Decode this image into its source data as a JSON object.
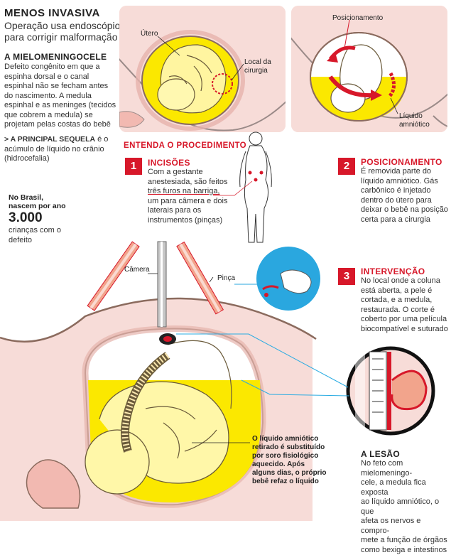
{
  "header": {
    "title": "MENOS INVASIVA",
    "subtitle_line1": "Operação usa endoscópio",
    "subtitle_line2": "para corrigir malformação"
  },
  "mielo": {
    "heading": "A MIELOMENINGOCELE",
    "lines": [
      "Defeito congênito em que a",
      "espinha dorsal e o canal",
      "espinhal não se fecham antes",
      "do nascimento. A medula",
      "espinhal e as meninges (tecidos",
      "que cobrem a medula) se",
      "projetam pelas costas do bebê"
    ]
  },
  "sequela": {
    "prefix": "> A PRINCIPAL SEQUELA",
    "line1_rest": " é o",
    "line2": "acúmulo de líquido no crânio",
    "line3": "(hidrocefalia)"
  },
  "stat": {
    "line1": "No Brasil,",
    "line2": "nascem por ano",
    "number": "3.000",
    "line3": "crianças com o",
    "line4": "defeito"
  },
  "panel1": {
    "label_uterus": "Útero",
    "label_site_1": "Local da",
    "label_site_2": "cirurgia"
  },
  "panel2": {
    "label_pos": "Posicionamento",
    "label_fluid_1": "Líquido",
    "label_fluid_2": "amniótico"
  },
  "procedure_heading": "ENTENDA O PROCEDIMENTO",
  "steps": [
    {
      "num": "1",
      "title": "INCISÕES",
      "lines": [
        "Com a gestante",
        "anestesiada, são feitos",
        "três furos na barriga,",
        "um para câmera e dois",
        "laterais para os",
        "instrumentos (pinças)"
      ]
    },
    {
      "num": "2",
      "title": "POSICIONAMENTO",
      "lines": [
        "É removida parte do",
        "líquido amniótico. Gás",
        "carbônico é injetado",
        "dentro do útero para",
        "deixar o bebê na posição",
        "certa para a cirurgia"
      ]
    },
    {
      "num": "3",
      "title": "INTERVENÇÃO",
      "lines": [
        "No local onde a coluna",
        "está aberta, a pele é",
        "cortada, e a medula,",
        "restaurada. O corte é",
        "coberto por uma película",
        "biocompatível e suturado"
      ]
    }
  ],
  "main": {
    "label_camera": "Câmera",
    "label_pinca": "Pinça",
    "fluid_note": [
      "O líquido amniótico",
      "retirado é substituído",
      "por soro fisiológico",
      "aquecido. Após",
      "alguns dias, o próprio",
      "bebê refaz o líquido"
    ]
  },
  "lesao": {
    "heading": "A LESÃO",
    "lines": [
      "No feto com mielomeningo-",
      "cele, a medula fica exposta",
      "ao líquido amniótico, o que",
      "afeta os nervos e compro-",
      "mete a função de órgãos",
      "como bexiga e intestinos"
    ]
  },
  "colors": {
    "accent_red": "#d7182a",
    "skin_pink": "#f7dcd8",
    "fluid_yellow": "#fbe800",
    "line_cyan": "#29abe2"
  }
}
